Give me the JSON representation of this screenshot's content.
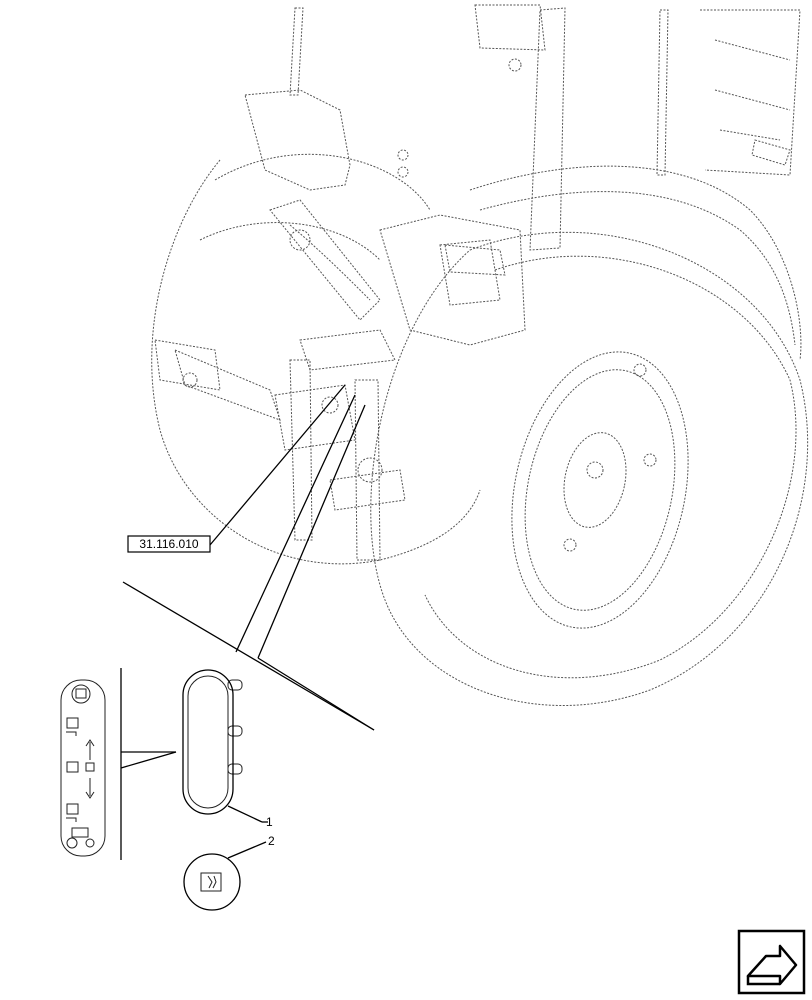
{
  "reference_label": "31.116.010",
  "callouts": [
    {
      "number": "1"
    },
    {
      "number": "2"
    }
  ],
  "icons": {
    "decal_symbols": [
      "hitch-raise-icon",
      "hitch-position-icon",
      "hitch-neutral-icon",
      "hitch-lower-icon",
      "tractor-icon"
    ],
    "nav": "next-page-arrow-icon"
  }
}
